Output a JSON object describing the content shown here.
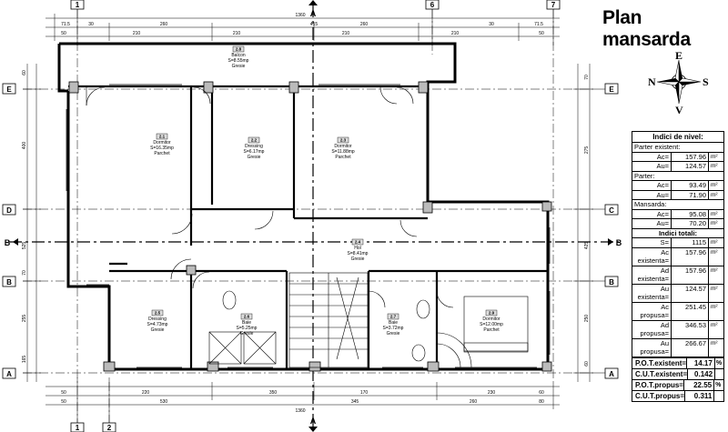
{
  "title": "Plan mansarda",
  "compass": {
    "n": "N",
    "s": "S",
    "e": "E",
    "v": "V"
  },
  "axes": {
    "top": [
      "1",
      "6",
      "7"
    ],
    "bottom": [
      "1",
      "2"
    ],
    "left": [
      "E",
      "D",
      "B",
      "A"
    ],
    "right": [
      "E",
      "C",
      "B",
      "A"
    ],
    "section_mark": "A",
    "section_b": "B"
  },
  "dimensions": {
    "top_overall": "1360",
    "top_row1": [
      "71.5",
      "30",
      "260",
      "415",
      "260",
      "30",
      "71.5"
    ],
    "top_row2": [
      "50",
      "210",
      "210",
      "210",
      "210",
      "50"
    ],
    "bottom_row1": [
      "50",
      "220",
      "350",
      "170",
      "230",
      "60"
    ],
    "bottom_row2": [
      "50",
      "530",
      "345",
      "260",
      "80"
    ],
    "bottom_overall": "1360",
    "left_side": [
      "60",
      "400",
      "525",
      "70",
      "255",
      "165"
    ],
    "right_side": [
      "70",
      "275",
      "425",
      "250",
      "60"
    ]
  },
  "rooms": [
    {
      "code": "2.8",
      "name": "Balcon",
      "area": "S=8.55mp",
      "finish": "Gresie"
    },
    {
      "code": "2.1",
      "name": "Dormitor",
      "area": "S=16.35mp",
      "finish": "Parchet"
    },
    {
      "code": "2.2",
      "name": "Dressing",
      "area": "S=6.17mp",
      "finish": "Gresie"
    },
    {
      "code": "2.3",
      "name": "Dormitor",
      "area": "S=11.88mp",
      "finish": "Parchet"
    },
    {
      "code": "2.4",
      "name": "Hol",
      "area": "S=8.41mp",
      "finish": "Gresie"
    },
    {
      "code": "2.5",
      "name": "Dressing",
      "area": "S=4.73mp",
      "finish": "Gresie"
    },
    {
      "code": "2.6",
      "name": "Baie",
      "area": "S=5.25mp",
      "finish": "Gresie"
    },
    {
      "code": "2.7",
      "name": "Baie",
      "area": "S=3.72mp",
      "finish": "Gresie"
    },
    {
      "code": "2.9",
      "name": "Dormitor",
      "area": "S=12.00mp",
      "finish": "Parchet"
    }
  ],
  "legend": {
    "header": "Indici de nivel:",
    "parter_existent": {
      "label": "Parter existent:",
      "ac_label": "Ac=",
      "ac": "157.96",
      "au_label": "Au=",
      "au": "124.57",
      "unit": "m²"
    },
    "parter": {
      "label": "Parter:",
      "ac_label": "Ac=",
      "ac": "93.49",
      "au_label": "Au=",
      "au": "71.90",
      "unit": "m²"
    },
    "mansarda": {
      "label": "Mansarda:",
      "ac_label": "Ac=",
      "ac": "95.08",
      "au_label": "Au=",
      "au": "70.20",
      "unit": "m²"
    },
    "totali_header": "Indici totali:",
    "totali": [
      {
        "k": "S=",
        "v": "1115",
        "u": "m²"
      },
      {
        "k": "Ac existenta=",
        "v": "157.96",
        "u": "m²"
      },
      {
        "k": "Ad existenta=",
        "v": "157.96",
        "u": "m²"
      },
      {
        "k": "Au existenta=",
        "v": "124.57",
        "u": "m²"
      },
      {
        "k": "Ac propusa=",
        "v": "251.45",
        "u": "m²"
      },
      {
        "k": "Ad propusa=",
        "v": "346.53",
        "u": "m²"
      },
      {
        "k": "Au propusa=",
        "v": "266.67",
        "u": "m²"
      }
    ],
    "indices": [
      {
        "k": "P.O.T.existent=",
        "v": "14.17",
        "u": "%"
      },
      {
        "k": "C.U.T.existent=",
        "v": "0.142",
        "u": ""
      },
      {
        "k": "P.O.T.propus=",
        "v": "22.55",
        "u": "%"
      },
      {
        "k": "C.U.T.propus=",
        "v": "0.311",
        "u": ""
      }
    ]
  }
}
